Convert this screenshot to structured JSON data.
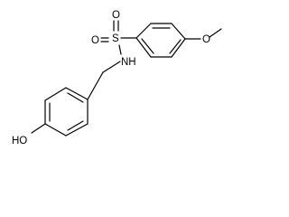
{
  "molecule": {
    "atoms": {
      "sulfur": "S",
      "oxygen_top": "O",
      "oxygen_bottom": "O",
      "nitrogen_hydrogen": "NH",
      "methoxy_oxygen": "O",
      "hydroxyl": "HO"
    }
  }
}
